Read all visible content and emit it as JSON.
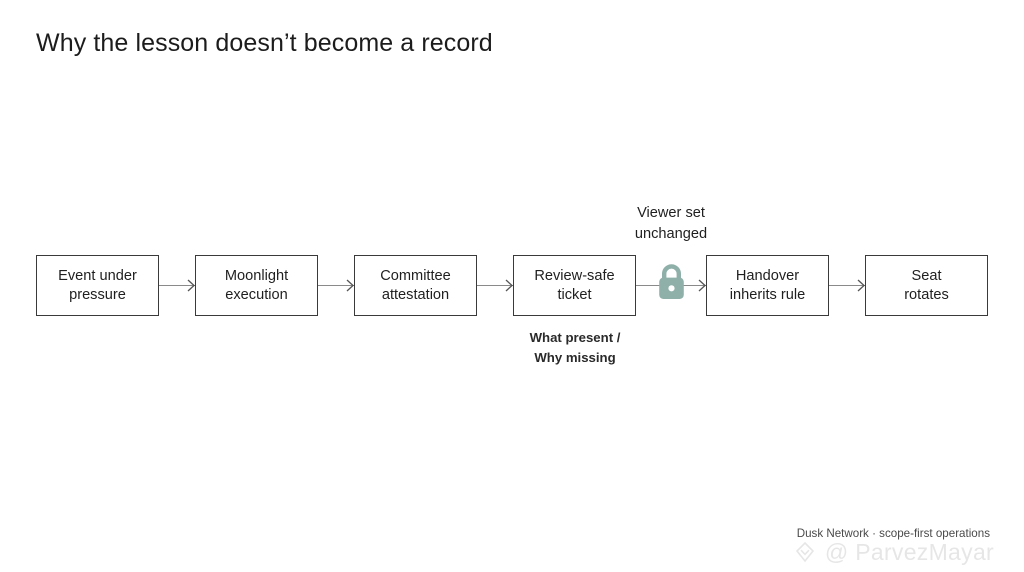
{
  "slide": {
    "title": "Why the lesson doesn’t become a record",
    "background": "#ffffff"
  },
  "flow": {
    "nodes": [
      {
        "id": "event-under-pressure",
        "label": "Event under\npressure"
      },
      {
        "id": "moonlight-execution",
        "label": "Moonlight\nexecution"
      },
      {
        "id": "committee-attestation",
        "label": "Committee\nattestation"
      },
      {
        "id": "review-safe-ticket",
        "label": "Review-safe\nticket"
      },
      {
        "id": "handover-inherits-rule",
        "label": "Handover\ninherits rule"
      },
      {
        "id": "seat-rotates",
        "label": "Seat\nrotates"
      }
    ],
    "connector_color": "#8a8a8a",
    "node_border_color": "#3a3a3a"
  },
  "annotations": {
    "lock_caption": "Viewer set\nunchanged",
    "ticket_caption": "What present /\nWhy missing"
  },
  "icons": {
    "lock": {
      "name": "lock-icon",
      "color": "#8FB0A9"
    }
  },
  "footer": {
    "text": "Dusk Network · scope-first operations"
  },
  "watermark": {
    "handle": "@ ParvezMayar",
    "color": "#b9b9b9"
  }
}
